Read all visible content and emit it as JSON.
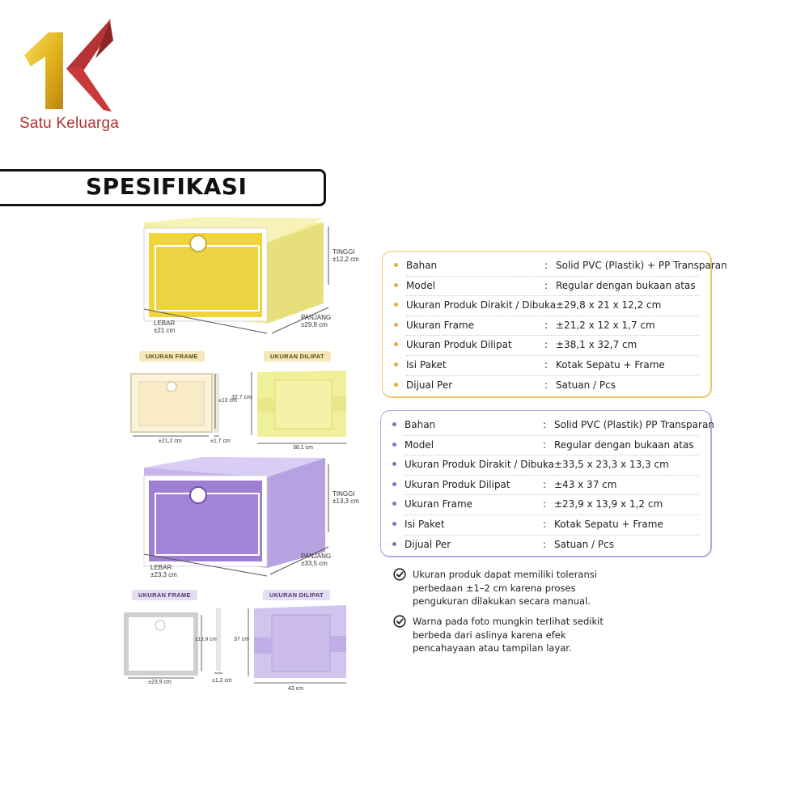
{
  "brand": {
    "name": "Satu Keluarga",
    "colors": {
      "gold": "#e6b92a",
      "red": "#b53334"
    }
  },
  "banner": {
    "title": "SPESIFIKASI"
  },
  "illustrations": {
    "yellow": {
      "box": {
        "tinggi": "TINGGI\n±12,2 cm",
        "panjang": "PANJANG\n±29,8 cm",
        "lebar": "LEBAR\n±21 cm"
      },
      "frame": {
        "tag": "UKURAN FRAME",
        "height": "±12 cm",
        "width": "±21,2 cm",
        "depth": "±1,7 cm"
      },
      "folded": {
        "tag": "UKURAN DILIPAT",
        "height": "32,7 cm",
        "width": "38,1 cm"
      }
    },
    "purple": {
      "box": {
        "tinggi": "TINGGI\n±13,3 cm",
        "panjang": "PANJANG\n±33,5 cm",
        "lebar": "LEBAR\n±23,3 cm"
      },
      "frame": {
        "tag": "UKURAN FRAME",
        "height": "±13,9 cm",
        "width": "±23,9 cm",
        "depth": "±1,2 cm"
      },
      "folded": {
        "tag": "UKURAN DILIPAT",
        "height": "37 cm",
        "width": "43 cm"
      }
    }
  },
  "spec_yellow": [
    {
      "k": "Bahan",
      "v": "Solid PVC (Plastik) + PP Transparan"
    },
    {
      "k": "Model",
      "v": "Regular dengan bukaan atas"
    },
    {
      "k": "Ukuran Produk Dirakit / Dibuka",
      "v": "±29,8 x 21 x 12,2 cm"
    },
    {
      "k": "Ukuran Frame",
      "v": "±21,2 x 12 x 1,7 cm"
    },
    {
      "k": "Ukuran Produk Dilipat",
      "v": "±38,1 x 32,7 cm"
    },
    {
      "k": "Isi Paket",
      "v": "Kotak Sepatu + Frame"
    },
    {
      "k": "Dijual Per",
      "v": "Satuan / Pcs"
    }
  ],
  "spec_purple": [
    {
      "k": "Bahan",
      "v": "Solid PVC (Plastik) PP Transparan"
    },
    {
      "k": "Model",
      "v": "Regular dengan bukaan atas"
    },
    {
      "k": "Ukuran Produk Dirakit / Dibuka",
      "v": "±33,5 x 23,3 x 13,3 cm"
    },
    {
      "k": "Ukuran Produk Dilipat",
      "v": "±43 x 37 cm"
    },
    {
      "k": "Ukuran Frame",
      "v": "±23,9 x 13,9 x 1,2 cm"
    },
    {
      "k": "Isi Paket",
      "v": "Kotak Sepatu + Frame"
    },
    {
      "k": "Dijual Per",
      "v": "Satuan / Pcs"
    }
  ],
  "colon": ":",
  "notes": [
    "Ukuran produk dapat memiliki toleransi perbedaan ±1–2 cm karena proses pengukuran dilakukan secara manual.",
    "Warna pada foto mungkin terlihat sedikit berbeda dari aslinya karena efek pencahayaan atau tampilan layar."
  ],
  "colors": {
    "yellow_accent": "#f0c862",
    "purple_accent": "#b8a6e0",
    "yellow_box": "#f0ec9a",
    "purple_box": "#c7b6e8"
  }
}
